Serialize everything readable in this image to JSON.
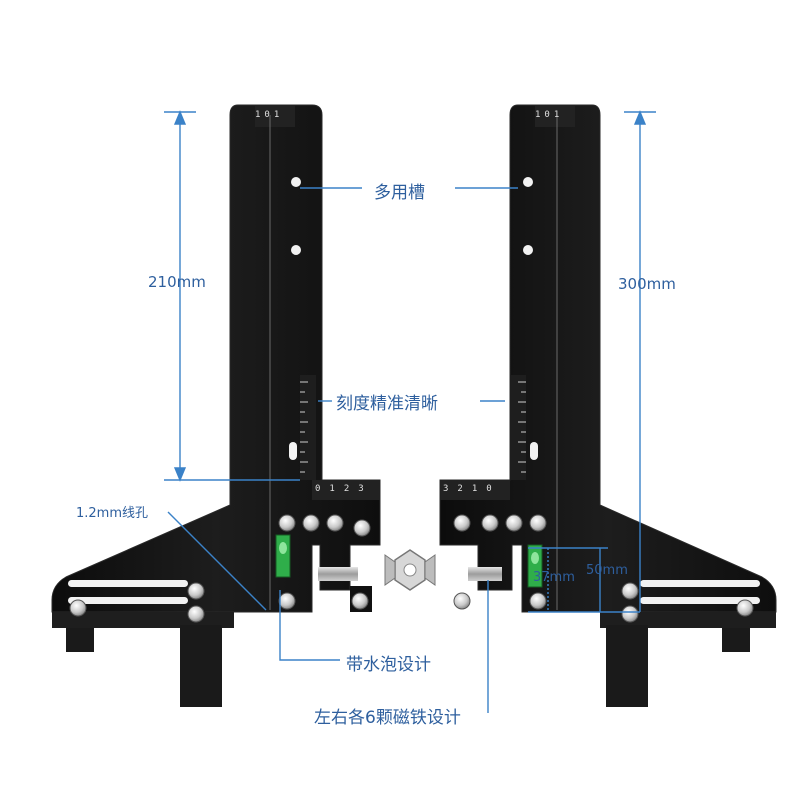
{
  "labels": {
    "slot": "多用槽",
    "scale": "刻度精准清晰",
    "bubble": "带水泡设计",
    "magnet": "左右各6颗磁铁设计",
    "hole": "1.2mm线孔",
    "left_height": "210mm",
    "right_height": "300mm",
    "dim_37": "37mm",
    "dim_50": "50mm"
  },
  "ruler_marks": {
    "top_left": [
      "1",
      "0",
      "1"
    ],
    "top_right": [
      "1",
      "0",
      "1"
    ],
    "step_left": [
      "0",
      "1",
      "2",
      "3"
    ],
    "step_right": [
      "3",
      "2",
      "1",
      "0"
    ]
  },
  "colors": {
    "metal": "#141414",
    "metal_edge": "#2a2a2a",
    "annotation": "#3b82c8",
    "text": "#2e5f9e",
    "bubble": "#2fae4a"
  }
}
